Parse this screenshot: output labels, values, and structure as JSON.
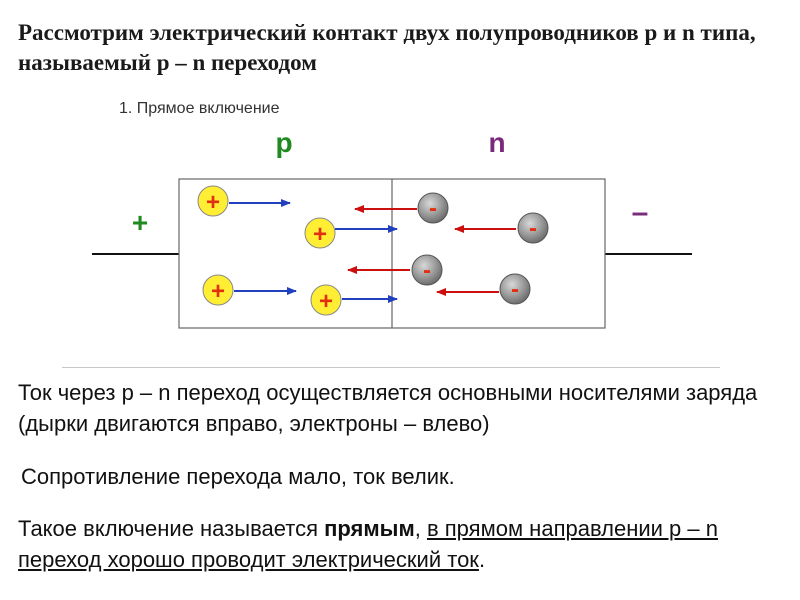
{
  "title": "Рассмотрим электрический контакт двух полупроводников p и n  типа, называемый p – n переходом",
  "diagram": {
    "caption": "1. Прямое включение",
    "p_label": "p",
    "n_label": "n",
    "plus_terminal": "+",
    "minus_terminal": "–",
    "hole_sign": "+",
    "electron_sign": "-",
    "colors": {
      "p_label": "#1f8a1f",
      "n_label": "#7a2a7a",
      "plus_terminal": "#1f8a1f",
      "minus_terminal": "#7a2a7a",
      "hole_fill": "#ffee33",
      "hole_sign": "#e03010",
      "electron_fill": "#9a9a9a",
      "electron_sign": "#e03010",
      "hole_arrow": "#2040c0",
      "electron_arrow": "#cc1010"
    }
  },
  "paragraphs": {
    "p1": "Ток через p – n переход осуществляется основными носителями заряда (дырки двигаются вправо, электроны – влево)",
    "p2": "Сопротивление перехода мало, ток велик.",
    "p3_part1": "Такое включение называется ",
    "p3_bold": "прямым",
    "p3_part2": ", ",
    "p3_underlined": "в прямом направлении p – n переход хорошо проводит электрический ток",
    "p3_end": "."
  }
}
